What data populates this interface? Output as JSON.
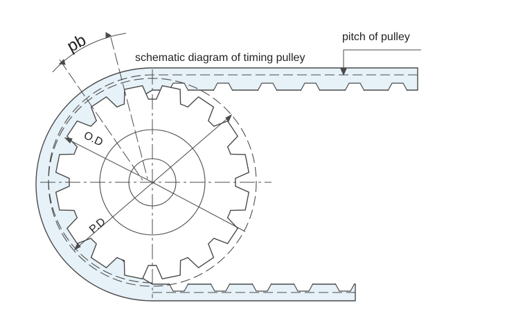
{
  "diagram": {
    "title": "schematic diagram of timing pulley",
    "pitch_label": "pitch of pulley",
    "pb_label": "pb",
    "od_label": "O.D",
    "pd_label": "P.D",
    "pulley_teeth": 16,
    "colors": {
      "line": "#4a4a4a",
      "belt_fill": "#e6f1f8",
      "label": "#222222"
    }
  }
}
